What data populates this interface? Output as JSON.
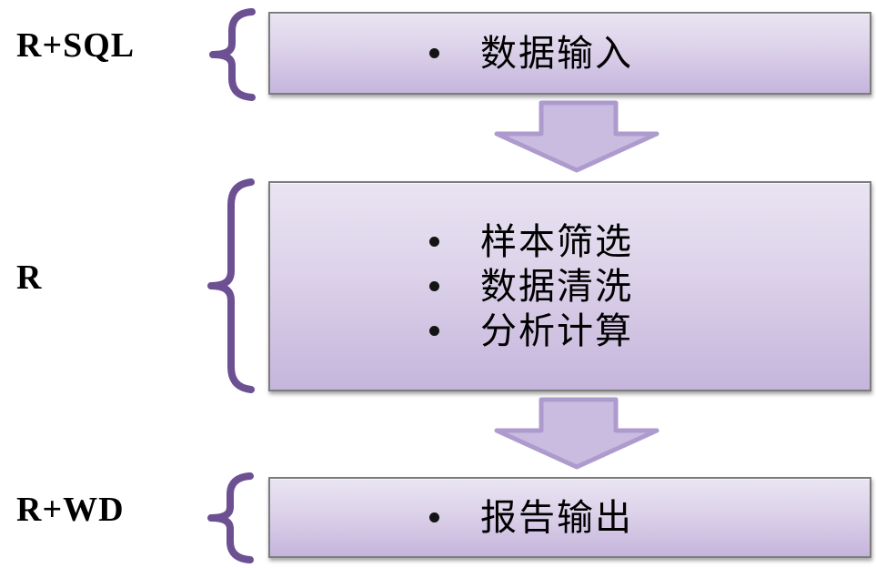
{
  "diagram": {
    "type": "flowchart",
    "bullet_char": "•",
    "rows": [
      {
        "label": "R+SQL",
        "items": [
          "数据输入"
        ]
      },
      {
        "label": "R",
        "items": [
          "样本筛选",
          "数据清洗",
          "分析计算"
        ]
      },
      {
        "label": "R+WD",
        "items": [
          "报告输出"
        ]
      }
    ],
    "arrows": [
      {
        "from": "数据输入",
        "to": "样本筛选/数据清洗/分析计算",
        "direction": "down"
      },
      {
        "from": "样本筛选/数据清洗/分析计算",
        "to": "报告输出",
        "direction": "down"
      }
    ],
    "colors": {
      "background": "#ffffff",
      "brace": "#6c5092",
      "box_border": "#7d7d7d",
      "box_gradient_top": "#e9e4f2",
      "box_gradient_bottom": "#c5b5dc",
      "arrow_fill": "#c9bce0",
      "arrow_stroke": "#ad9bce",
      "text": "#000000"
    }
  }
}
